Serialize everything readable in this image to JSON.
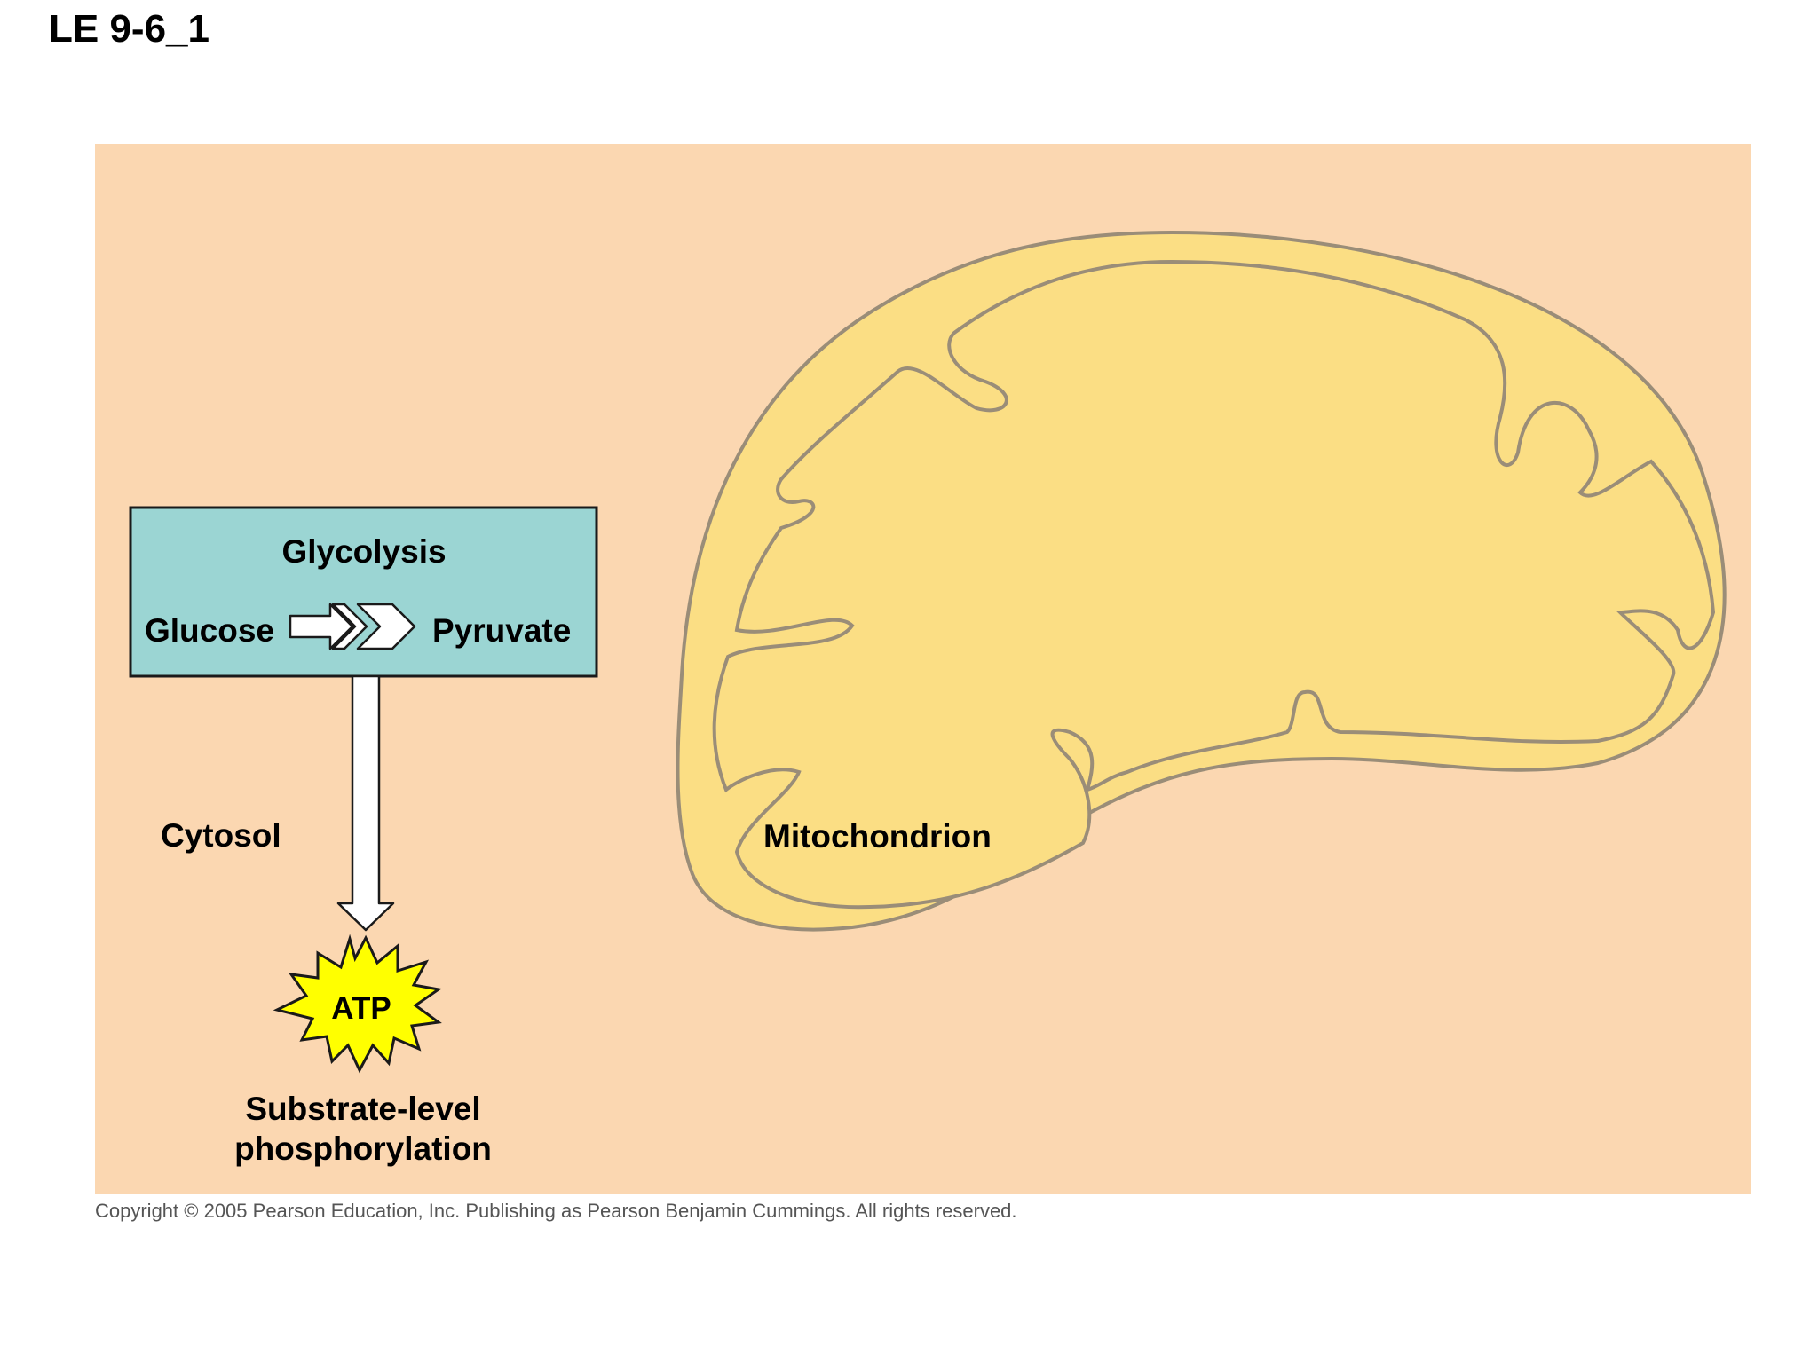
{
  "slide": {
    "title": "LE 9-6_1"
  },
  "diagram": {
    "glycolysis_box": {
      "title": "Glycolysis",
      "input": "Glucose",
      "output": "Pyruvate"
    },
    "cytosol_label": "Cytosol",
    "mitochondrion_label": "Mitochondrion",
    "atp_label": "ATP",
    "process_label_line1": "Substrate-level",
    "process_label_line2": "phosphorylation"
  },
  "colors": {
    "background": "#fbd7b1",
    "glycolysis_box": "#9bd5d3",
    "mitochondrion_fill": "#fbde84",
    "mitochondrion_stroke": "#9a8d78",
    "atp_burst": "#ffff00"
  },
  "footer": {
    "copyright": "Copyright © 2005 Pearson Education, Inc. Publishing as Pearson Benjamin Cummings. All rights reserved."
  }
}
